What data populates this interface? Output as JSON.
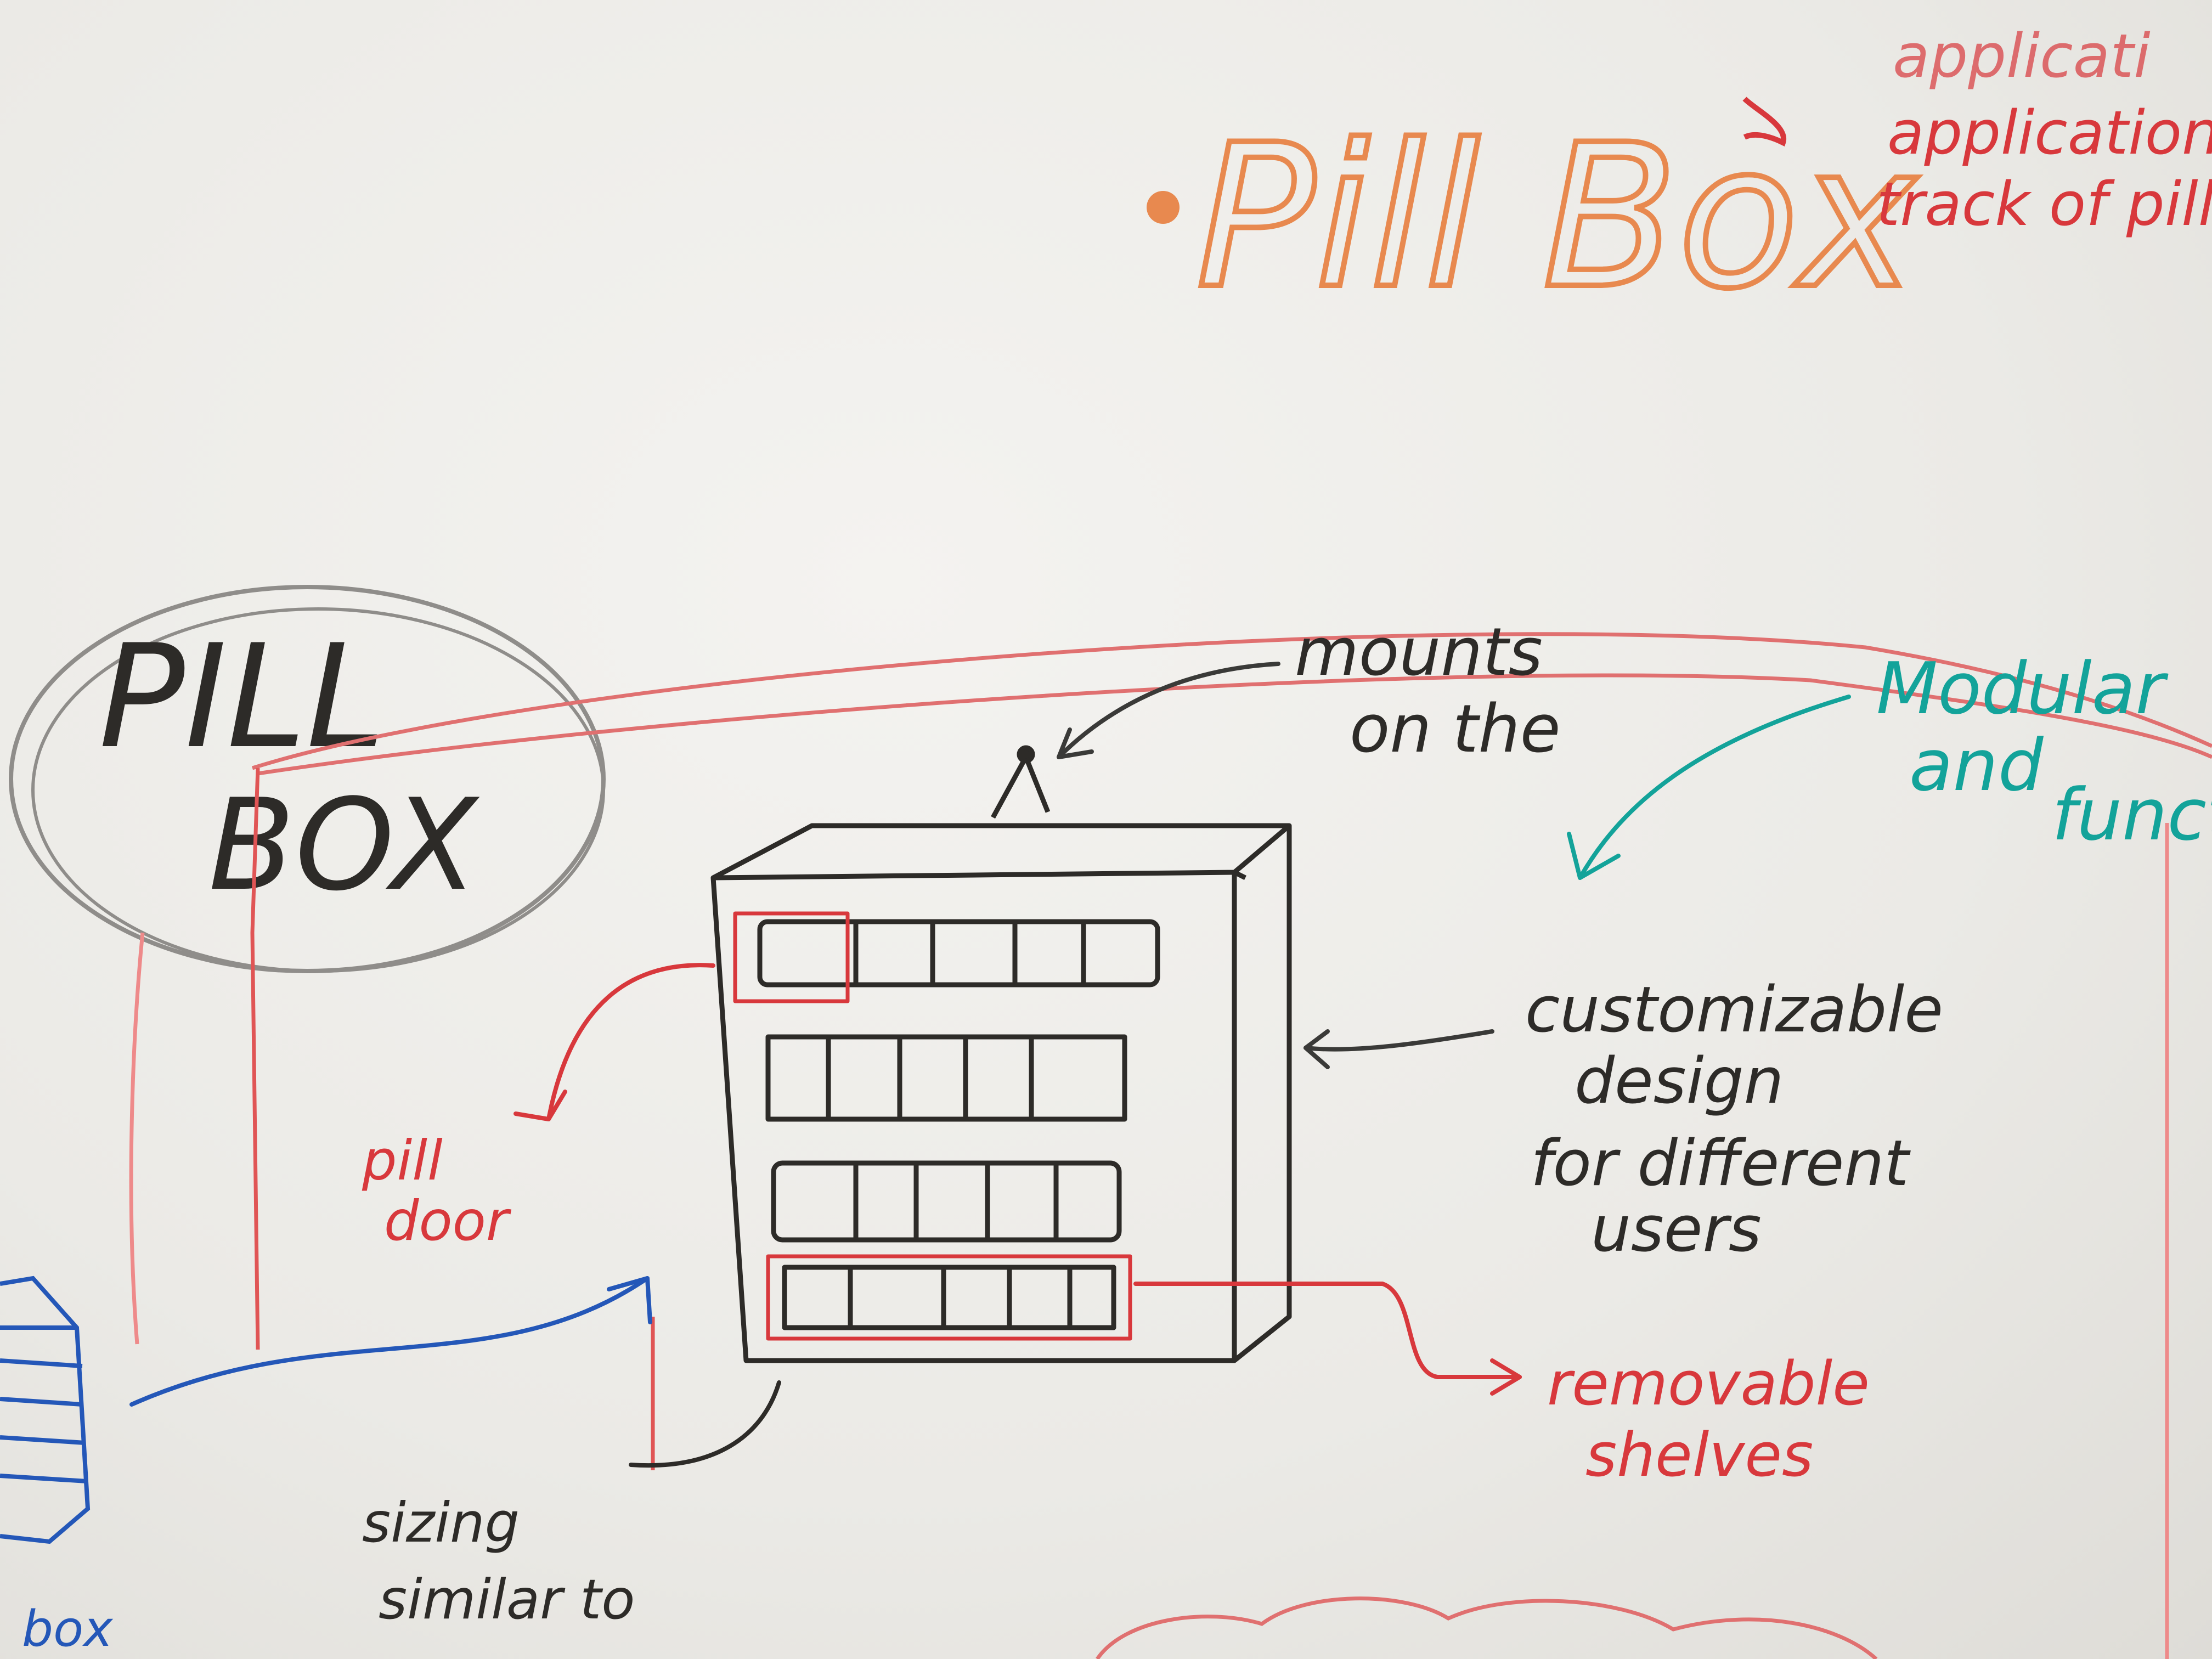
{
  "title_main": "Pill Box",
  "top_right_note": [
    "applicati",
    "application (",
    "track of pill"
  ],
  "circled_title": [
    "PILL",
    "BOX"
  ],
  "mounts_label": [
    "mounts",
    "on the"
  ],
  "modular_label": [
    "Modular",
    "and",
    "functi"
  ],
  "customizable_label": [
    "customizable",
    "design",
    "for different",
    "users"
  ],
  "pill_door_label": [
    "pill",
    "door"
  ],
  "removable_label": [
    "removable",
    "shelves"
  ],
  "sizing_label": [
    "sizing",
    "similar to"
  ],
  "box_label": "box",
  "colors": {
    "black_marker": "#2d2b28",
    "red_marker": "#d8383c",
    "orange_marker": "#e8894f",
    "teal_marker": "#13a39a",
    "blue_marker": "#2457b8",
    "board": "#eeede9"
  }
}
